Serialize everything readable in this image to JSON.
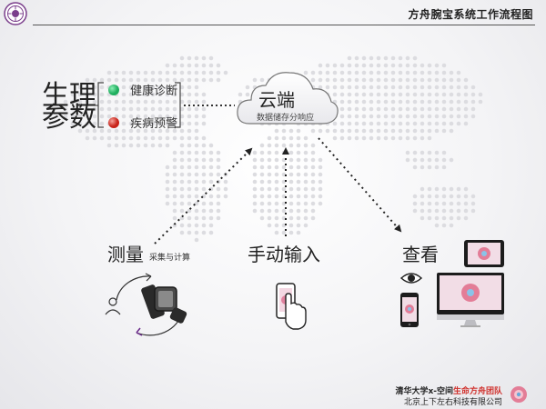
{
  "header": {
    "title": "方舟腕宝系统工作流程图"
  },
  "params": {
    "title_line1": "生理",
    "title_line2": "参数",
    "items": [
      {
        "label": "健康诊断",
        "color": "#2ecc71"
      },
      {
        "label": "疾病预警",
        "color": "#e03b2f"
      }
    ]
  },
  "cloud": {
    "title": "云端",
    "subtitle": "数据储存分响应"
  },
  "measure": {
    "title": "测量",
    "subtitle": "采集与计算"
  },
  "manual": {
    "title": "手动输入"
  },
  "view": {
    "title": "查看"
  },
  "footer": {
    "line1_prefix": "清华大学x-空间",
    "line1_highlight": "生命方舟团队",
    "line2": "北京上下左右科技有限公司"
  },
  "colors": {
    "accent_red": "#d0312d",
    "logo_purple": "#7b3f8c",
    "map_dot": "#dcdce0"
  }
}
